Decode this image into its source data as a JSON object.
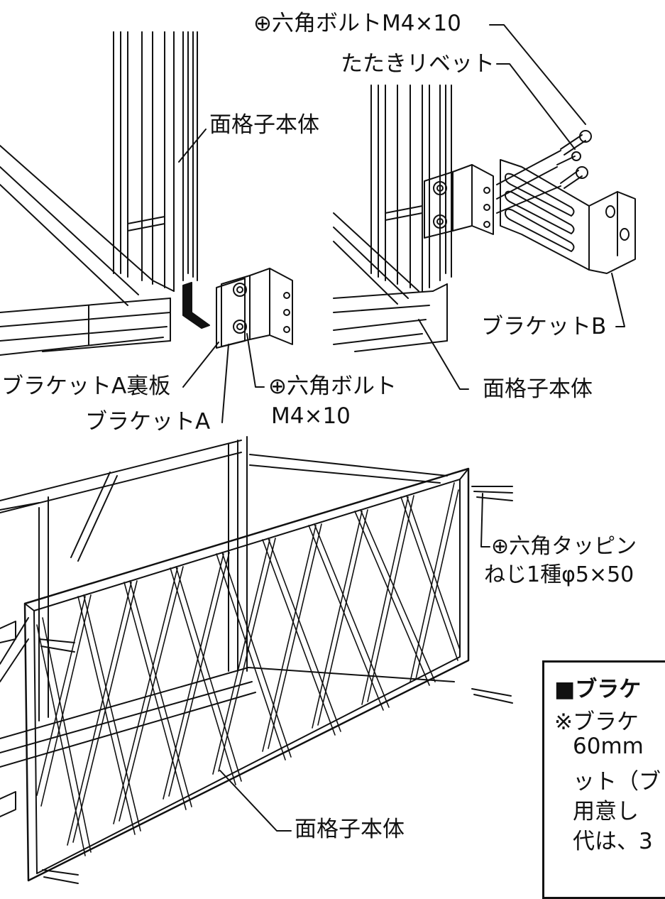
{
  "labels": {
    "bolt_top": "⊕六角ボルトM4×10",
    "rivet": "たたきリベット",
    "lattice_body_1": "面格子本体",
    "bracket_b": "ブラケットB",
    "bracket_a_back": "ブラケットA裏板",
    "bolt_a_1": "⊕六角ボルト",
    "bolt_a_2": "M4×10",
    "bracket_a": "ブラケットA",
    "lattice_body_2": "面格子本体",
    "screw_1": "⊕六角タッピン",
    "screw_2": "ねじ1種φ5×50",
    "lattice_body_3": "面格子本体"
  },
  "note": {
    "title": "■ブラケ",
    "lines": [
      "※ブラケ",
      "60mm",
      "ット（ブ",
      "用意し",
      "代は、3"
    ]
  }
}
